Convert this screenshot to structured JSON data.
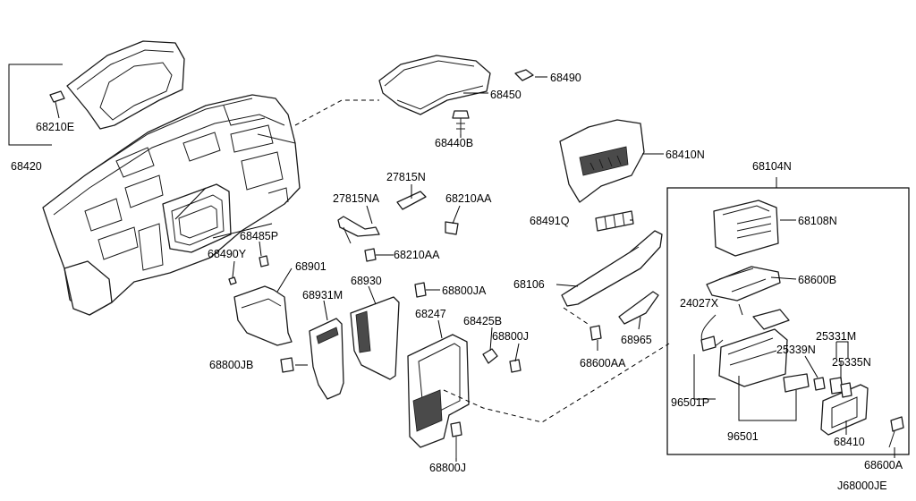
{
  "diagram_id": "J68000JE",
  "labels": {
    "p68420": "68420",
    "p68210E": "68210E",
    "p68490": "68490",
    "p68450": "68450",
    "p68440B": "68440B",
    "p68410N": "68410N",
    "p68104N": "68104N",
    "p27815N": "27815N",
    "p27815NA": "27815NA",
    "p68210AA_a": "68210AA",
    "p68210AA_b": "68210AA",
    "p68491Q": "68491Q",
    "p68108N": "68108N",
    "p68485P": "68485P",
    "p68490Y": "68490Y",
    "p68901": "68901",
    "p68930": "68930",
    "p68800JA": "68800JA",
    "p68931M": "68931M",
    "p68106": "68106",
    "p68600B": "68600B",
    "p24027X": "24027X",
    "p68247": "68247",
    "p68425B": "68425B",
    "p68800J_a": "68800J",
    "p68800J_b": "68800J",
    "p68965": "68965",
    "p68600AA": "68600AA",
    "p25331M": "25331M",
    "p25339N": "25339N",
    "p25335N": "25335N",
    "p68800JB": "68800JB",
    "p96501P": "96501P",
    "p96501": "96501",
    "p68410": "68410",
    "p68600A": "68600A"
  }
}
